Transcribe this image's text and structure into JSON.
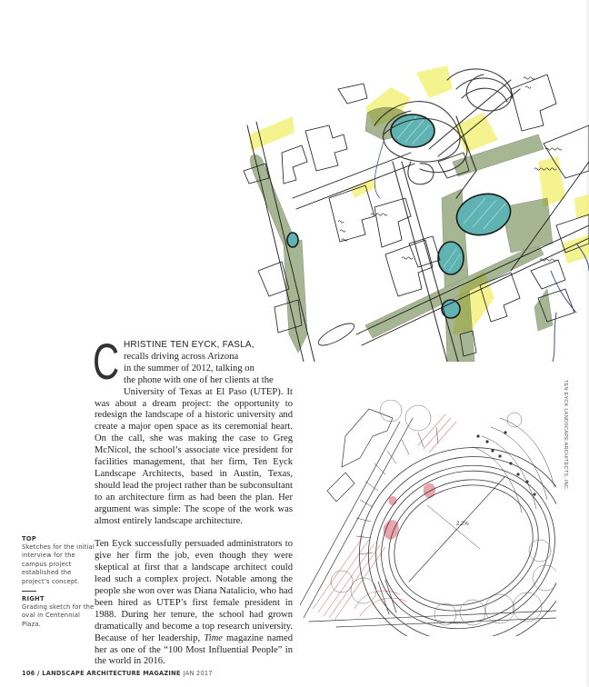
{
  "page": {
    "background": "#ffffff",
    "text_color": "#222222"
  },
  "article": {
    "dropcap": "C",
    "lead_caps": "HRISTINE TEN EYCK, FASLA,",
    "paragraph1_lines": [
      "recalls driving across Arizona",
      "in the summer of 2012, talking on",
      "the phone with one of her clients at the"
    ],
    "paragraph1_rest": "University of Texas at El Paso (UTEP). It was about a dream project: the opportunity to redesign the landscape of a historic university and create a major open space as its ceremonial heart. On the call, she was making the case to Greg McNicol, the school’s associate vice president for facilities management, that her firm, Ten Eyck Landscape Architects, based in Austin, Texas, should lead the project rather than be subconsultant to an archi­tecture firm as had been the plan. Her argument was simple: The scope of the work was almost entirely landscape architecture.",
    "paragraph2_before_italic": "Ten Eyck successfully persuaded administrators to give her firm the job, even though they were skepti­cal at first that a landscape architect could lead such a complex project. Notable among the people she won over was Diana Natalicio, who had been hired as UTEP’s first female president in 1988. During her tenure, the school had grown dramatically and become a top research university. Because of her leadership, ",
    "paragraph2_italic": "Time",
    "paragraph2_after_italic": " magazine named her as one of the “100 Most Influential People” in the world in 2016."
  },
  "captions": {
    "top": {
      "heading": "TOP",
      "text": "Sketches for the initial interview for the campus project established the project’s concept."
    },
    "right": {
      "heading": "RIGHT",
      "text": "Grading sketch for the oval in Centennial Plaza."
    }
  },
  "credit": "TEN EYCK LANDSCAPE ARCHITECTS, INC.",
  "footer": {
    "folio": "106 / LANDSCAPE ARCHITECTURE MAGAZINE",
    "date": "JAN 2017"
  },
  "figures": {
    "top_sketch": {
      "description": "Hand-drawn campus concept sketch",
      "colors": {
        "ink": "#1a1a1a",
        "water": "#5fb3b3",
        "trees": "#5e7a3a",
        "highlight": "#f2ef6a",
        "blue_line": "#2a3f8f"
      }
    },
    "bottom_sketch": {
      "description": "Grading sketch of oval in Centennial Plaza",
      "dimension_label": "2.2%",
      "colors": {
        "ink": "#3a3a3a",
        "red": "#d85a6a"
      }
    }
  }
}
